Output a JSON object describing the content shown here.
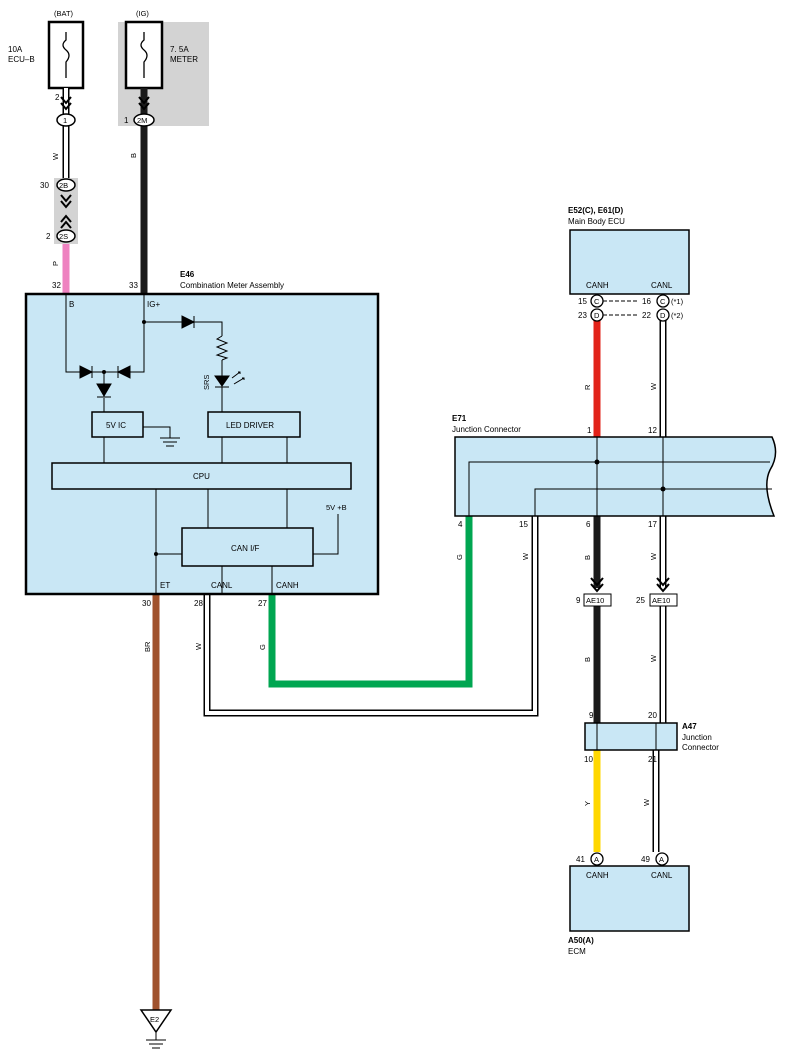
{
  "colors": {
    "box_fill": "#c9e7f5",
    "shade": "#d3d3d3",
    "wire_black": "#1a1a1a",
    "wire_pink": "#ee82c0",
    "wire_red": "#e2231a",
    "wire_green": "#00a651",
    "wire_brown": "#a0522d",
    "wire_yellow": "#ffd700",
    "wire_white": "#ffffff"
  },
  "fuses": {
    "bat": {
      "supply": "(BAT)",
      "rating": "10A",
      "name": "ECU–B",
      "pin": "2"
    },
    "ig": {
      "supply": "(IG)",
      "rating": "7. 5A",
      "name": "METER",
      "pin": "1"
    }
  },
  "connectors": {
    "c1": "1",
    "c2b": "2B",
    "c2b_pin": "30",
    "c2s": "2S",
    "c2s_pin": "2",
    "c2m": "2M"
  },
  "wires": {
    "w_bat": "W",
    "b_ig": "B",
    "p": "P",
    "r": "R",
    "w_canl": "W",
    "g": "G",
    "w_e71": "W",
    "b_e71": "B",
    "w_e71b": "W",
    "br": "BR",
    "w_canl_meter": "W",
    "g_canh_meter": "G",
    "b_ae10": "B",
    "w_ae10": "W",
    "y": "Y",
    "w_a47": "W"
  },
  "meter": {
    "id": "E46",
    "name": "Combination Meter Assembly",
    "pin_b": "32",
    "pin_ig": "33",
    "lbl_b": "B",
    "lbl_ig": "IG+",
    "srs": "SRS",
    "ic5v": "5V IC",
    "led_driver": "LED DRIVER",
    "cpu": "CPU",
    "can_if": "CAN I/F",
    "v5b": "5V +B",
    "lbl_et": "ET",
    "lbl_canl": "CANL",
    "lbl_canh": "CANH",
    "pin_et": "30",
    "pin_canl": "28",
    "pin_canh": "27"
  },
  "main_body_ecu": {
    "id": "E52(C), E61(D)",
    "name": "Main Body ECU",
    "canh": "CANH",
    "canl": "CANL",
    "pin_c15": "15",
    "pin_c16": "16",
    "pin_d23": "23",
    "pin_d22": "22",
    "conn_c": "C",
    "conn_d": "D",
    "note1": "(*1)",
    "note2": "(*2)"
  },
  "junction_e71": {
    "id": "E71",
    "name": "Junction Connector",
    "pin_1": "1",
    "pin_12": "12",
    "pin_4": "4",
    "pin_15": "15",
    "pin_6": "6",
    "pin_17": "17"
  },
  "ae10": {
    "label": "AE10",
    "pin_9": "9",
    "pin_25": "25"
  },
  "junction_a47": {
    "id": "A47",
    "name_1": "Junction",
    "name_2": "Connector",
    "pin_9": "9",
    "pin_20": "20",
    "pin_10": "10",
    "pin_21": "21"
  },
  "ecm": {
    "id": "A50(A)",
    "name": "ECM",
    "canh": "CANH",
    "canl": "CANL",
    "pin_41": "41",
    "pin_49": "49",
    "conn_a": "A"
  },
  "ground": {
    "label": "E2"
  }
}
